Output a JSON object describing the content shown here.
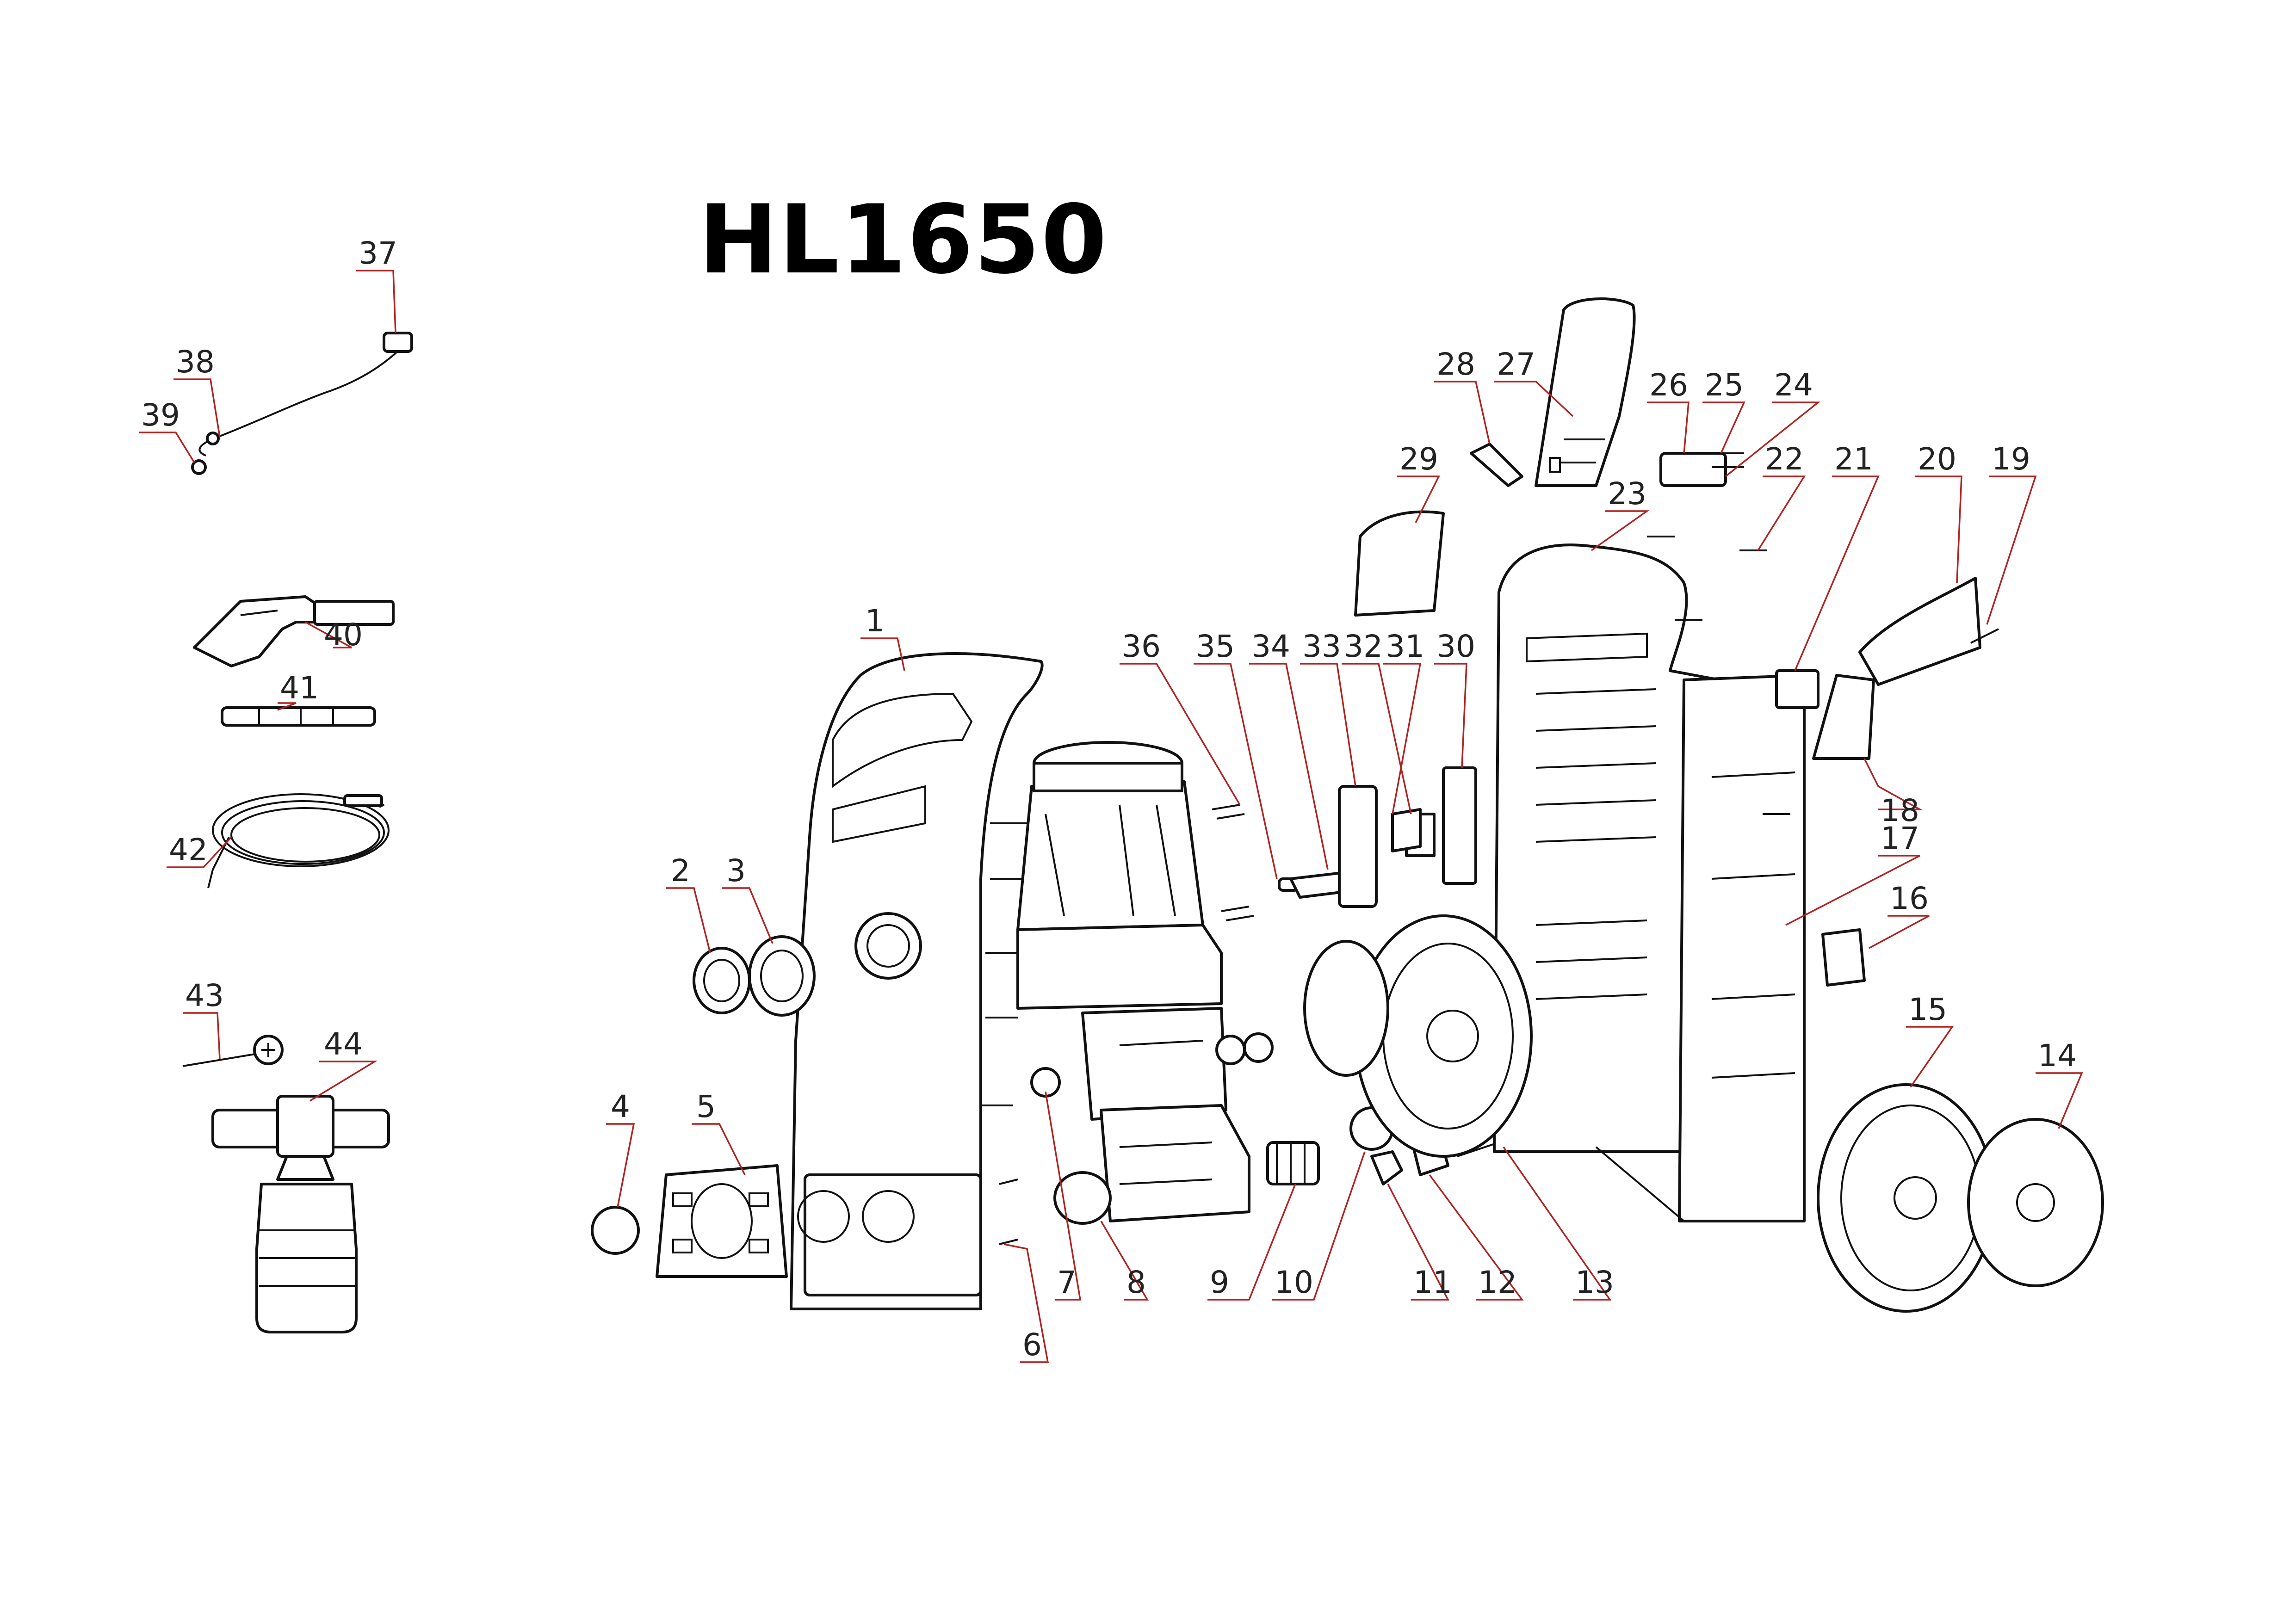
{
  "title": "HL1650",
  "callouts": [
    "1",
    "2",
    "3",
    "4",
    "5",
    "6",
    "7",
    "8",
    "9",
    "10",
    "11",
    "12",
    "13",
    "14",
    "15",
    "16",
    "17",
    "18",
    "19",
    "20",
    "21",
    "22",
    "23",
    "24",
    "25",
    "26",
    "27",
    "28",
    "29",
    "30",
    "31",
    "32",
    "33",
    "34",
    "35",
    "36",
    "37",
    "38",
    "39",
    "40",
    "41",
    "42",
    "43",
    "44"
  ],
  "colors": {
    "leader": "#b22222",
    "line": "#111111"
  }
}
